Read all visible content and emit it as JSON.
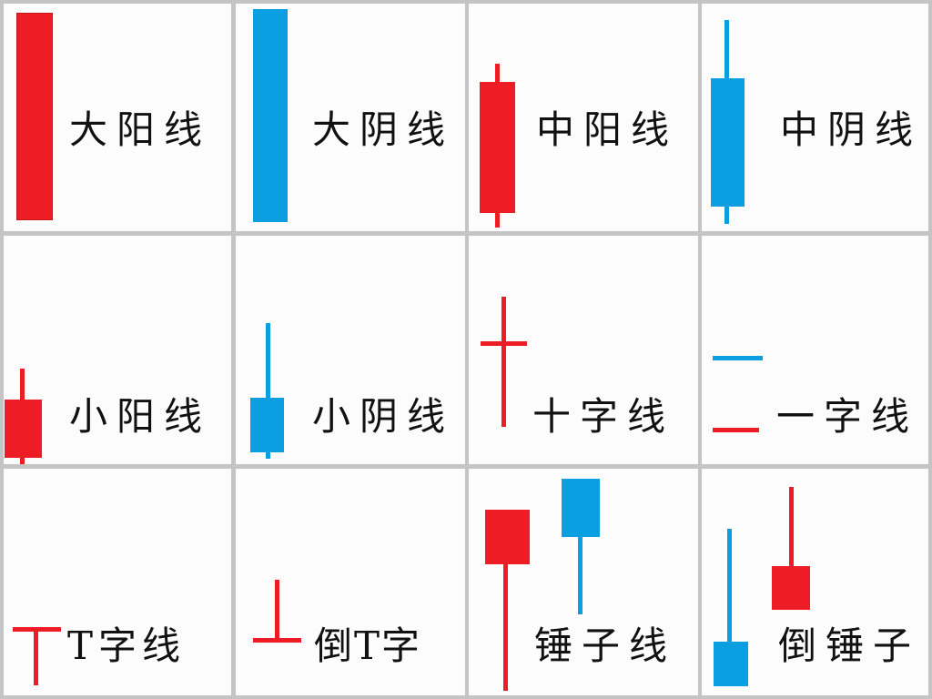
{
  "colors": {
    "red": "#ee1c24",
    "blue": "#0b9ee0",
    "grid": "#c4c4c6",
    "background": "#fcfcfd",
    "text": "#111111"
  },
  "cells": [
    {
      "label": "大阳线",
      "shape": "big-bullish-candle"
    },
    {
      "label": "大阴线",
      "shape": "big-bearish-candle"
    },
    {
      "label": "中阳线",
      "shape": "medium-bullish-candle"
    },
    {
      "label": "中阴线",
      "shape": "medium-bearish-candle"
    },
    {
      "label": "小阳线",
      "shape": "small-bullish-candle"
    },
    {
      "label": "小阴线",
      "shape": "small-bearish-candle"
    },
    {
      "label": "十字线",
      "shape": "doji-cross"
    },
    {
      "label": "一字线",
      "shape": "flat-line"
    },
    {
      "label": "T字线",
      "shape": "t-line"
    },
    {
      "label": "倒T字",
      "shape": "inverted-t-line"
    },
    {
      "label": "锤子线",
      "shape": "hammer"
    },
    {
      "label": "倒锤子",
      "shape": "inverted-hammer"
    }
  ]
}
